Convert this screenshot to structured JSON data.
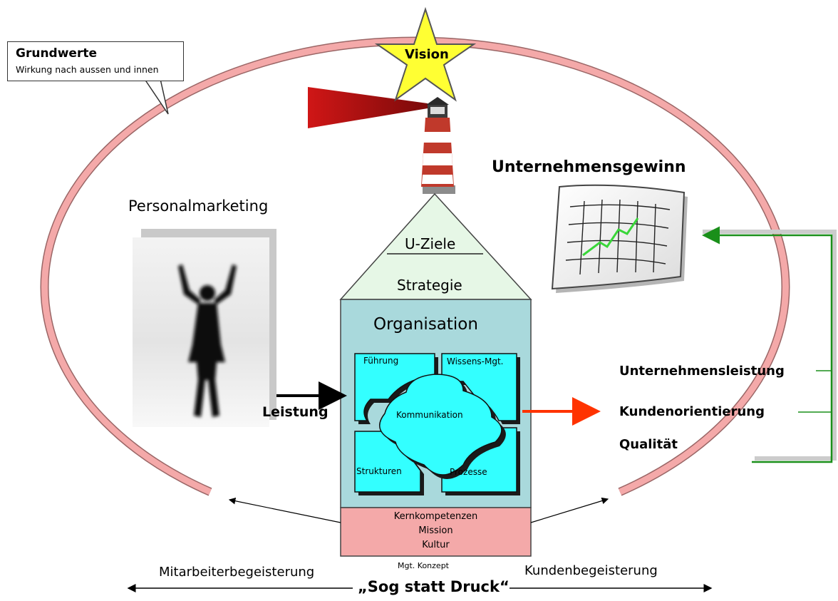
{
  "callout": {
    "heading": "Grundwerte",
    "sub": "Wirkung nach aussen und innen"
  },
  "vision": "Vision",
  "unternehmensgewinn": "Unternehmensgewinn",
  "personalmarketing": "Personalmarketing",
  "house": {
    "roof_top": "U-Ziele",
    "roof_bottom": "Strategie",
    "body_title": "Organisation",
    "puzzle": {
      "top_left": "Führung",
      "top_right": "Wissens-Mgt.",
      "center": "Kommunikation",
      "bottom_left": "Strukturen",
      "bottom_right": "Prozesse"
    },
    "base": [
      "Kernkompetenzen",
      "Mission",
      "Kultur"
    ]
  },
  "leistung": "Leistung",
  "outcomes": [
    "Unternehmensleistung",
    "Kundenorientierung",
    "Qualität"
  ],
  "mgt_konzept": "Mgt. Konzept",
  "mitarbeiterbegeisterung": "Mitarbeiterbegeisterung",
  "kundenbegeisterung": "Kundenbegeisterung",
  "slogan": "„Sog statt Druck“",
  "colors": {
    "ellipse": "#f4a9a9",
    "roof": "#e6f7e6",
    "body": "#a9d9dc",
    "puzzle": "#33ffff",
    "base": "#f4a9a9",
    "green_arrow": "#1a8f1a",
    "red_arrow": "#ff3300",
    "star": "#ffff33"
  }
}
